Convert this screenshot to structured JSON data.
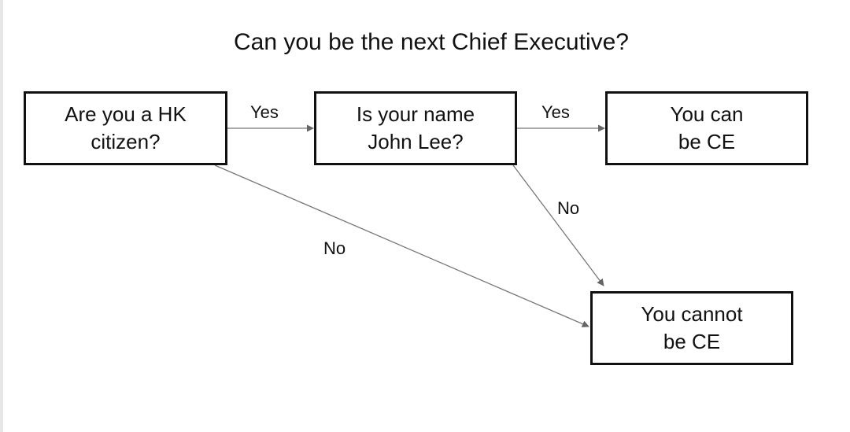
{
  "title": "Can you be the next Chief Executive?",
  "nodes": {
    "citizen_question": "Are you a HK\ncitizen?",
    "name_question": "Is your name\nJohn Lee?",
    "can_be_ce": "You can\nbe CE",
    "cannot_be_ce": "You cannot\nbe CE"
  },
  "edges": {
    "citizen_yes": "Yes",
    "name_yes": "Yes",
    "name_no": "No",
    "citizen_no": "No"
  },
  "colors": {
    "box_border": "#111111",
    "arrow": "#777777",
    "background": "#ffffff"
  }
}
